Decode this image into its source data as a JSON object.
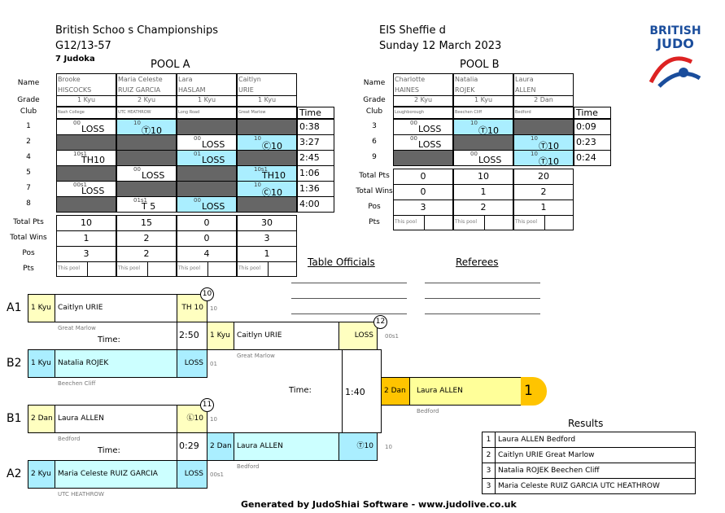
{
  "header": {
    "title": "British Schoo s Championships",
    "category": "G12/13-57",
    "count": "7 Judoka",
    "venue": "EIS Sheffie d",
    "date": "Sunday 12 March 2023"
  },
  "logo": {
    "line1": "BRITISH",
    "line2": "JUDO"
  },
  "labels": {
    "name": "Name",
    "grade": "Grade",
    "club": "Club",
    "time": "Time",
    "total_pts": "Total Pts",
    "total_wins": "Total Wins",
    "pos": "Pos",
    "pts": "Pts",
    "this_pool": "This pool",
    "time_colon": "Time:"
  },
  "pool_a": {
    "title": "POOL A",
    "players": [
      {
        "first": "Brooke",
        "last": "HISCOCKS",
        "grade": "1 Kyu",
        "club": "Nash College",
        "total": "10",
        "wins": "1",
        "pos": "3"
      },
      {
        "first": "Maria Celeste",
        "last": "RUIZ GARCIA",
        "grade": "2 Kyu",
        "club": "UTC HEATHROW",
        "total": "15",
        "wins": "2",
        "pos": "2"
      },
      {
        "first": "Lara",
        "last": "HASLAM",
        "grade": "1 Kyu",
        "club": "Long Road",
        "total": "0",
        "wins": "0",
        "pos": "4"
      },
      {
        "first": "Caitlyn",
        "last": "URIE",
        "grade": "1 Kyu",
        "club": "Great Marlow",
        "total": "30",
        "wins": "3",
        "pos": "1"
      }
    ],
    "bouts": [
      {
        "n": "1",
        "time": "0:38",
        "cells": [
          {
            "t": "00",
            "m": "LOSS"
          },
          {
            "t": "10",
            "m": "Ⓣ10",
            "w": 1
          },
          null,
          null
        ]
      },
      {
        "n": "2",
        "time": "3:27",
        "cells": [
          null,
          null,
          {
            "t": "00",
            "m": "LOSS"
          },
          {
            "t": "10",
            "m": "Ⓒ10",
            "w": 1
          }
        ]
      },
      {
        "n": "4",
        "time": "2:45",
        "cells": [
          {
            "t": "10s1",
            "m": "TH10"
          },
          null,
          {
            "t": "01",
            "m": "LOSS",
            "w": 1
          },
          null
        ]
      },
      {
        "n": "5",
        "time": "1:06",
        "cells": [
          null,
          {
            "t": "00",
            "m": "LOSS"
          },
          null,
          {
            "t": "10s1",
            "m": "TH10",
            "w": 1
          }
        ]
      },
      {
        "n": "7",
        "time": "1:36",
        "cells": [
          {
            "t": "00s1",
            "m": "LOSS"
          },
          null,
          null,
          {
            "t": "10",
            "m": "Ⓒ10",
            "w": 1
          }
        ]
      },
      {
        "n": "8",
        "time": "4:00",
        "cells": [
          null,
          {
            "t": "01s1",
            "m": "T 5"
          },
          {
            "t": "00",
            "m": "LOSS",
            "w": 1
          },
          null
        ]
      }
    ]
  },
  "pool_b": {
    "title": "POOL B",
    "players": [
      {
        "first": "Charlotte",
        "last": "HAINES",
        "grade": "2 Kyu",
        "club": "Loughborough",
        "total": "0",
        "wins": "0",
        "pos": "3"
      },
      {
        "first": "Natalia",
        "last": "ROJEK",
        "grade": "1 Kyu",
        "club": "Beechen Cliff",
        "total": "10",
        "wins": "1",
        "pos": "2"
      },
      {
        "first": "Laura",
        "last": "ALLEN",
        "grade": "2 Dan",
        "club": "Bedford",
        "total": "20",
        "wins": "2",
        "pos": "1"
      }
    ],
    "bouts": [
      {
        "n": "3",
        "time": "0:09",
        "cells": [
          {
            "t": "00",
            "m": "LOSS"
          },
          {
            "t": "10",
            "m": "Ⓣ10",
            "w": 1
          },
          null
        ]
      },
      {
        "n": "6",
        "time": "0:23",
        "cells": [
          {
            "t": "00",
            "m": "LOSS"
          },
          null,
          {
            "t": "10",
            "m": "Ⓣ10",
            "w": 1
          }
        ]
      },
      {
        "n": "9",
        "time": "0:24",
        "cells": [
          null,
          {
            "t": "00",
            "m": "LOSS"
          },
          {
            "t": "10",
            "m": "Ⓣ10",
            "w": 1
          }
        ]
      }
    ]
  },
  "officials": {
    "table": "Table Officials",
    "referees": "Referees"
  },
  "bracket": {
    "a1": {
      "seed": "A1",
      "grade": "1 Kyu",
      "name": "Caitlyn URIE",
      "club": "Great Marlow",
      "score": "TH 10",
      "extra": "10"
    },
    "b2": {
      "seed": "B2",
      "grade": "1 Kyu",
      "name": "Natalia ROJEK",
      "club": "Beechen Cliff",
      "score": "LOSS",
      "extra": "01"
    },
    "b1": {
      "seed": "B1",
      "grade": "2 Dan",
      "name": "Laura ALLEN",
      "club": "Bedford",
      "score": "Ⓛ10",
      "extra": "10"
    },
    "a2": {
      "seed": "A2",
      "grade": "2 Kyu",
      "name": "Maria Celeste RUIZ GARCIA",
      "club": "UTC HEATHROW",
      "score": "LOSS",
      "extra": "00s1"
    },
    "m10": "10",
    "m11": "11",
    "m12": "12",
    "t10": "2:50",
    "t11": "0:29",
    "t12": "1:40",
    "sf1": {
      "grade": "1 Kyu",
      "name": "Caitlyn URIE",
      "club": "Great Marlow",
      "score": "LOSS",
      "extra": "00s1"
    },
    "sf2": {
      "grade": "2 Dan",
      "name": "Laura ALLEN",
      "club": "Bedford",
      "score": "Ⓣ10",
      "extra": "10"
    },
    "final": {
      "grade": "2 Dan",
      "name": "Laura ALLEN",
      "club": "Bedford",
      "place": "1"
    }
  },
  "results": {
    "title": "Results",
    "rows": [
      {
        "p": "1",
        "t": "Laura ALLEN Bedford"
      },
      {
        "p": "2",
        "t": "Caitlyn URIE Great Marlow"
      },
      {
        "p": "3",
        "t": "Natalia ROJEK Beechen Cliff"
      },
      {
        "p": "3",
        "t": "Maria Celeste RUIZ GARCIA UTC HEATHROW"
      }
    ]
  },
  "footer": "Generated by JudoShiai Software - www.judolive.co.uk"
}
